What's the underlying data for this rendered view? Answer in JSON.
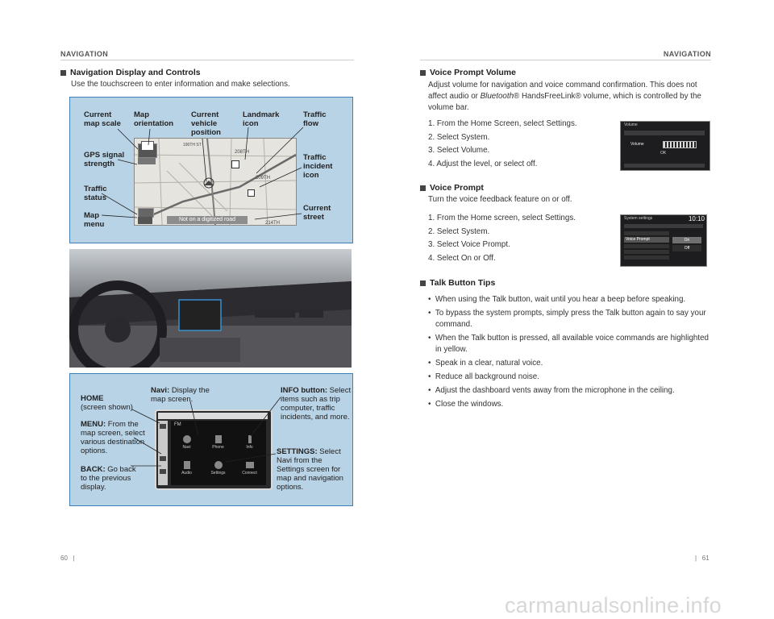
{
  "left_header": "NAVIGATION",
  "right_header": "NAVIGATION",
  "nav_section": {
    "title": "Navigation Display and Controls",
    "intro": "Use the touchscreen to enter information and make selections.",
    "map_labels": {
      "current_map_scale_1": "Current",
      "current_map_scale_2": "map scale",
      "map_orientation_1": "Map",
      "map_orientation_2": "orientation",
      "current_vehicle_position_1": "Current",
      "current_vehicle_position_2": "vehicle",
      "current_vehicle_position_3": "position",
      "landmark_icon_1": "Landmark",
      "landmark_icon_2": "icon",
      "traffic_flow_1": "Traffic",
      "traffic_flow_2": "flow",
      "gps_1": "GPS signal",
      "gps_2": "strength",
      "traffic_incident_1": "Traffic",
      "traffic_incident_2": "incident",
      "traffic_incident_3": "icon",
      "traffic_status_1": "Traffic",
      "traffic_status_2": "status",
      "current_street_1": "Current",
      "current_street_2": "street",
      "map_menu_1": "Map",
      "map_menu_2": "menu"
    },
    "map_screen": {
      "banner": "Not on a digitized road",
      "street_1": "208TH",
      "street_2": "209TH",
      "street_3": "214TH",
      "street_4": "190TH ST"
    },
    "home_labels": {
      "home_bold": "HOME",
      "home_rest": "(screen shown)",
      "menu_bold": "MENU:",
      "menu_rest_1": " From the",
      "menu_rest_2": "map screen, select",
      "menu_rest_3": "various destination",
      "menu_rest_4": "options.",
      "back_bold": "BACK:",
      "back_rest_1": " Go back",
      "back_rest_2": "to the previous",
      "back_rest_3": "display.",
      "navi_bold": "Navi:",
      "navi_rest_1": " Display the",
      "navi_rest_2": "map screen.",
      "info_bold": "INFO button:",
      "info_rest_1": " Select",
      "info_rest_2": "items such as trip",
      "info_rest_3": "computer, traffic",
      "info_rest_4": "incidents, and more.",
      "settings_bold": "SETTINGS:",
      "settings_rest_1": " Select",
      "settings_rest_2": "Navi from the",
      "settings_rest_3": "Settings screen for",
      "settings_rest_4": "map and navigation",
      "settings_rest_5": "options."
    },
    "home_screen": {
      "fm": "FM",
      "tiles": [
        "Navi",
        "Phone",
        "Info",
        "Audio",
        "Settings",
        "Connect"
      ]
    }
  },
  "voice_volume": {
    "title": "Voice Prompt Volume",
    "p1": "Adjust volume for navigation and voice command confirmation. This does not",
    "p2a": "affect audio or ",
    "p2b": "Bluetooth",
    "p2c": "® HandsFreeLink",
    "p2d": "® volume, which is controlled by the",
    "p3": "volume bar.",
    "steps": [
      "1.  From the Home Screen, select Settings.",
      "2.  Select System.",
      "3.  Select Volume.",
      "4.  Adjust the level, or select off."
    ],
    "screen": {
      "title": "Volume",
      "row_label": "Volume",
      "ok": "OK"
    }
  },
  "voice_prompt": {
    "title": "Voice Prompt",
    "p1": "Turn the voice feedback feature on or off.",
    "steps": [
      "1.  From the Home screen, select Settings.",
      "2.  Select System.",
      "3.  Select Voice Prompt.",
      "4.  Select On or Off."
    ],
    "screen": {
      "title": "System settings",
      "clock": "10:10",
      "item": "Voice Prompt",
      "on": "On",
      "off": "Off"
    }
  },
  "talk_tips": {
    "title": "Talk Button Tips",
    "bullets": [
      "When using the Talk button, wait until you hear a beep before speaking.",
      "To bypass the system prompts, simply press the Talk button again to say your",
      "command.",
      "When the Talk button is pressed, all available voice commands are highlighted",
      "in yellow.",
      "Speak in a clear, natural voice.",
      "Reduce all background noise.",
      "Adjust the dashboard vents away from the microphone in the ceiling.",
      "Close the windows."
    ]
  },
  "page_left": "60",
  "page_right": "61",
  "watermark": "carmanualsonline.info"
}
